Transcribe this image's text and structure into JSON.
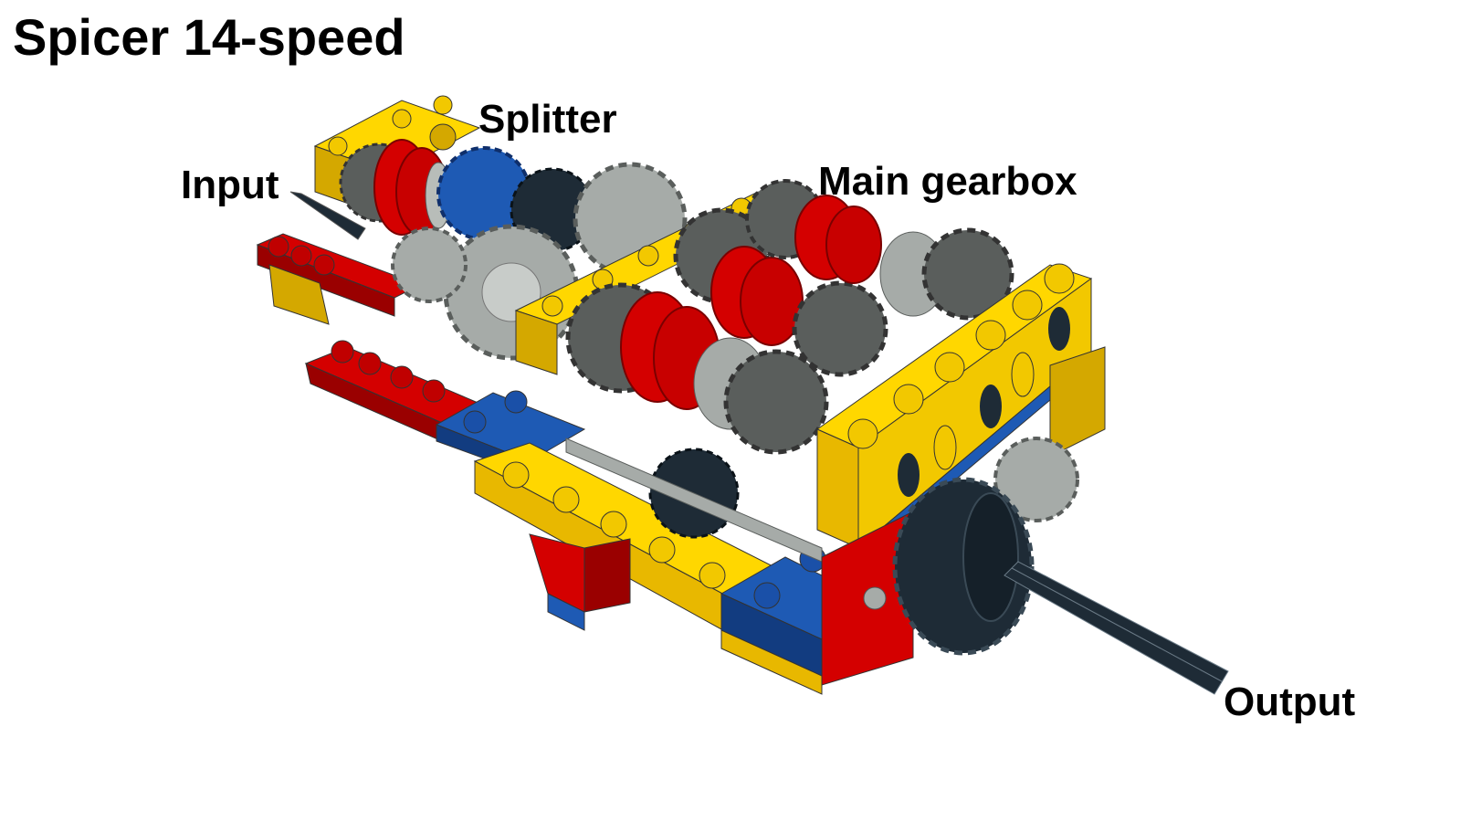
{
  "title": "Spicer 14-speed",
  "labels": {
    "input": "Input",
    "splitter": "Splitter",
    "main_gearbox": "Main gearbox",
    "output": "Output"
  },
  "colors": {
    "yellow": "#FFD700",
    "yellow_dark": "#D4A800",
    "red": "#D40000",
    "red_dark": "#9A0000",
    "blue": "#1E5AB4",
    "blue_dark": "#123C80",
    "light_gray": "#A6ABA8",
    "dark_gray": "#5A5E5C",
    "black_axle": "#1E2B36",
    "text": "#000000"
  }
}
